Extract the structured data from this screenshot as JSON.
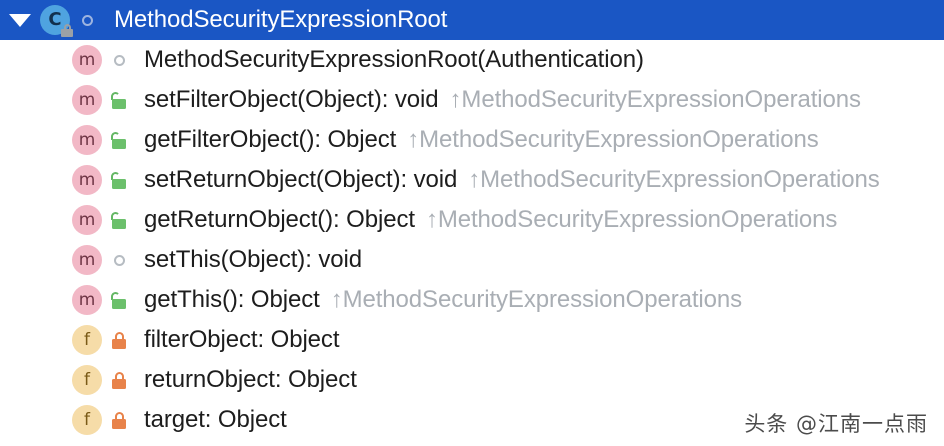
{
  "tree": {
    "root": {
      "label": "MethodSecurityExpressionRoot",
      "kind": "class",
      "kind_glyph": "C",
      "modifier": "package-private",
      "expanded": true,
      "selected": true,
      "selection_color": "#1a56c4",
      "selection_text_color": "#ffffff",
      "icon_color": "#4fa3e0",
      "has_lock_badge": true
    },
    "children": [
      {
        "label": "MethodSecurityExpressionRoot(Authentication)",
        "override": "",
        "kind": "method",
        "kind_glyph": "m",
        "modifier": "package-private",
        "icon_color": "#f2b8c6"
      },
      {
        "label": "setFilterObject(Object): void",
        "override": "↑MethodSecurityExpressionOperations",
        "kind": "method",
        "kind_glyph": "m",
        "modifier": "public",
        "icon_color": "#f2b8c6"
      },
      {
        "label": "getFilterObject(): Object",
        "override": "↑MethodSecurityExpressionOperations",
        "kind": "method",
        "kind_glyph": "m",
        "modifier": "public",
        "icon_color": "#f2b8c6"
      },
      {
        "label": "setReturnObject(Object): void",
        "override": "↑MethodSecurityExpressionOperations",
        "kind": "method",
        "kind_glyph": "m",
        "modifier": "public",
        "icon_color": "#f2b8c6"
      },
      {
        "label": "getReturnObject(): Object",
        "override": "↑MethodSecurityExpressionOperations",
        "kind": "method",
        "kind_glyph": "m",
        "modifier": "public",
        "icon_color": "#f2b8c6"
      },
      {
        "label": "setThis(Object): void",
        "override": "",
        "kind": "method",
        "kind_glyph": "m",
        "modifier": "package-private",
        "icon_color": "#f2b8c6"
      },
      {
        "label": "getThis(): Object",
        "override": "↑MethodSecurityExpressionOperations",
        "kind": "method",
        "kind_glyph": "m",
        "modifier": "public",
        "icon_color": "#f2b8c6"
      },
      {
        "label": "filterObject: Object",
        "override": "",
        "kind": "field",
        "kind_glyph": "f",
        "modifier": "private",
        "icon_color": "#f6dca8"
      },
      {
        "label": "returnObject: Object",
        "override": "",
        "kind": "field",
        "kind_glyph": "f",
        "modifier": "private",
        "icon_color": "#f6dca8"
      },
      {
        "label": "target: Object",
        "override": "",
        "kind": "field",
        "kind_glyph": "f",
        "modifier": "private",
        "icon_color": "#f6dca8"
      }
    ]
  },
  "watermark": {
    "text": "头条 @江南一点雨"
  }
}
